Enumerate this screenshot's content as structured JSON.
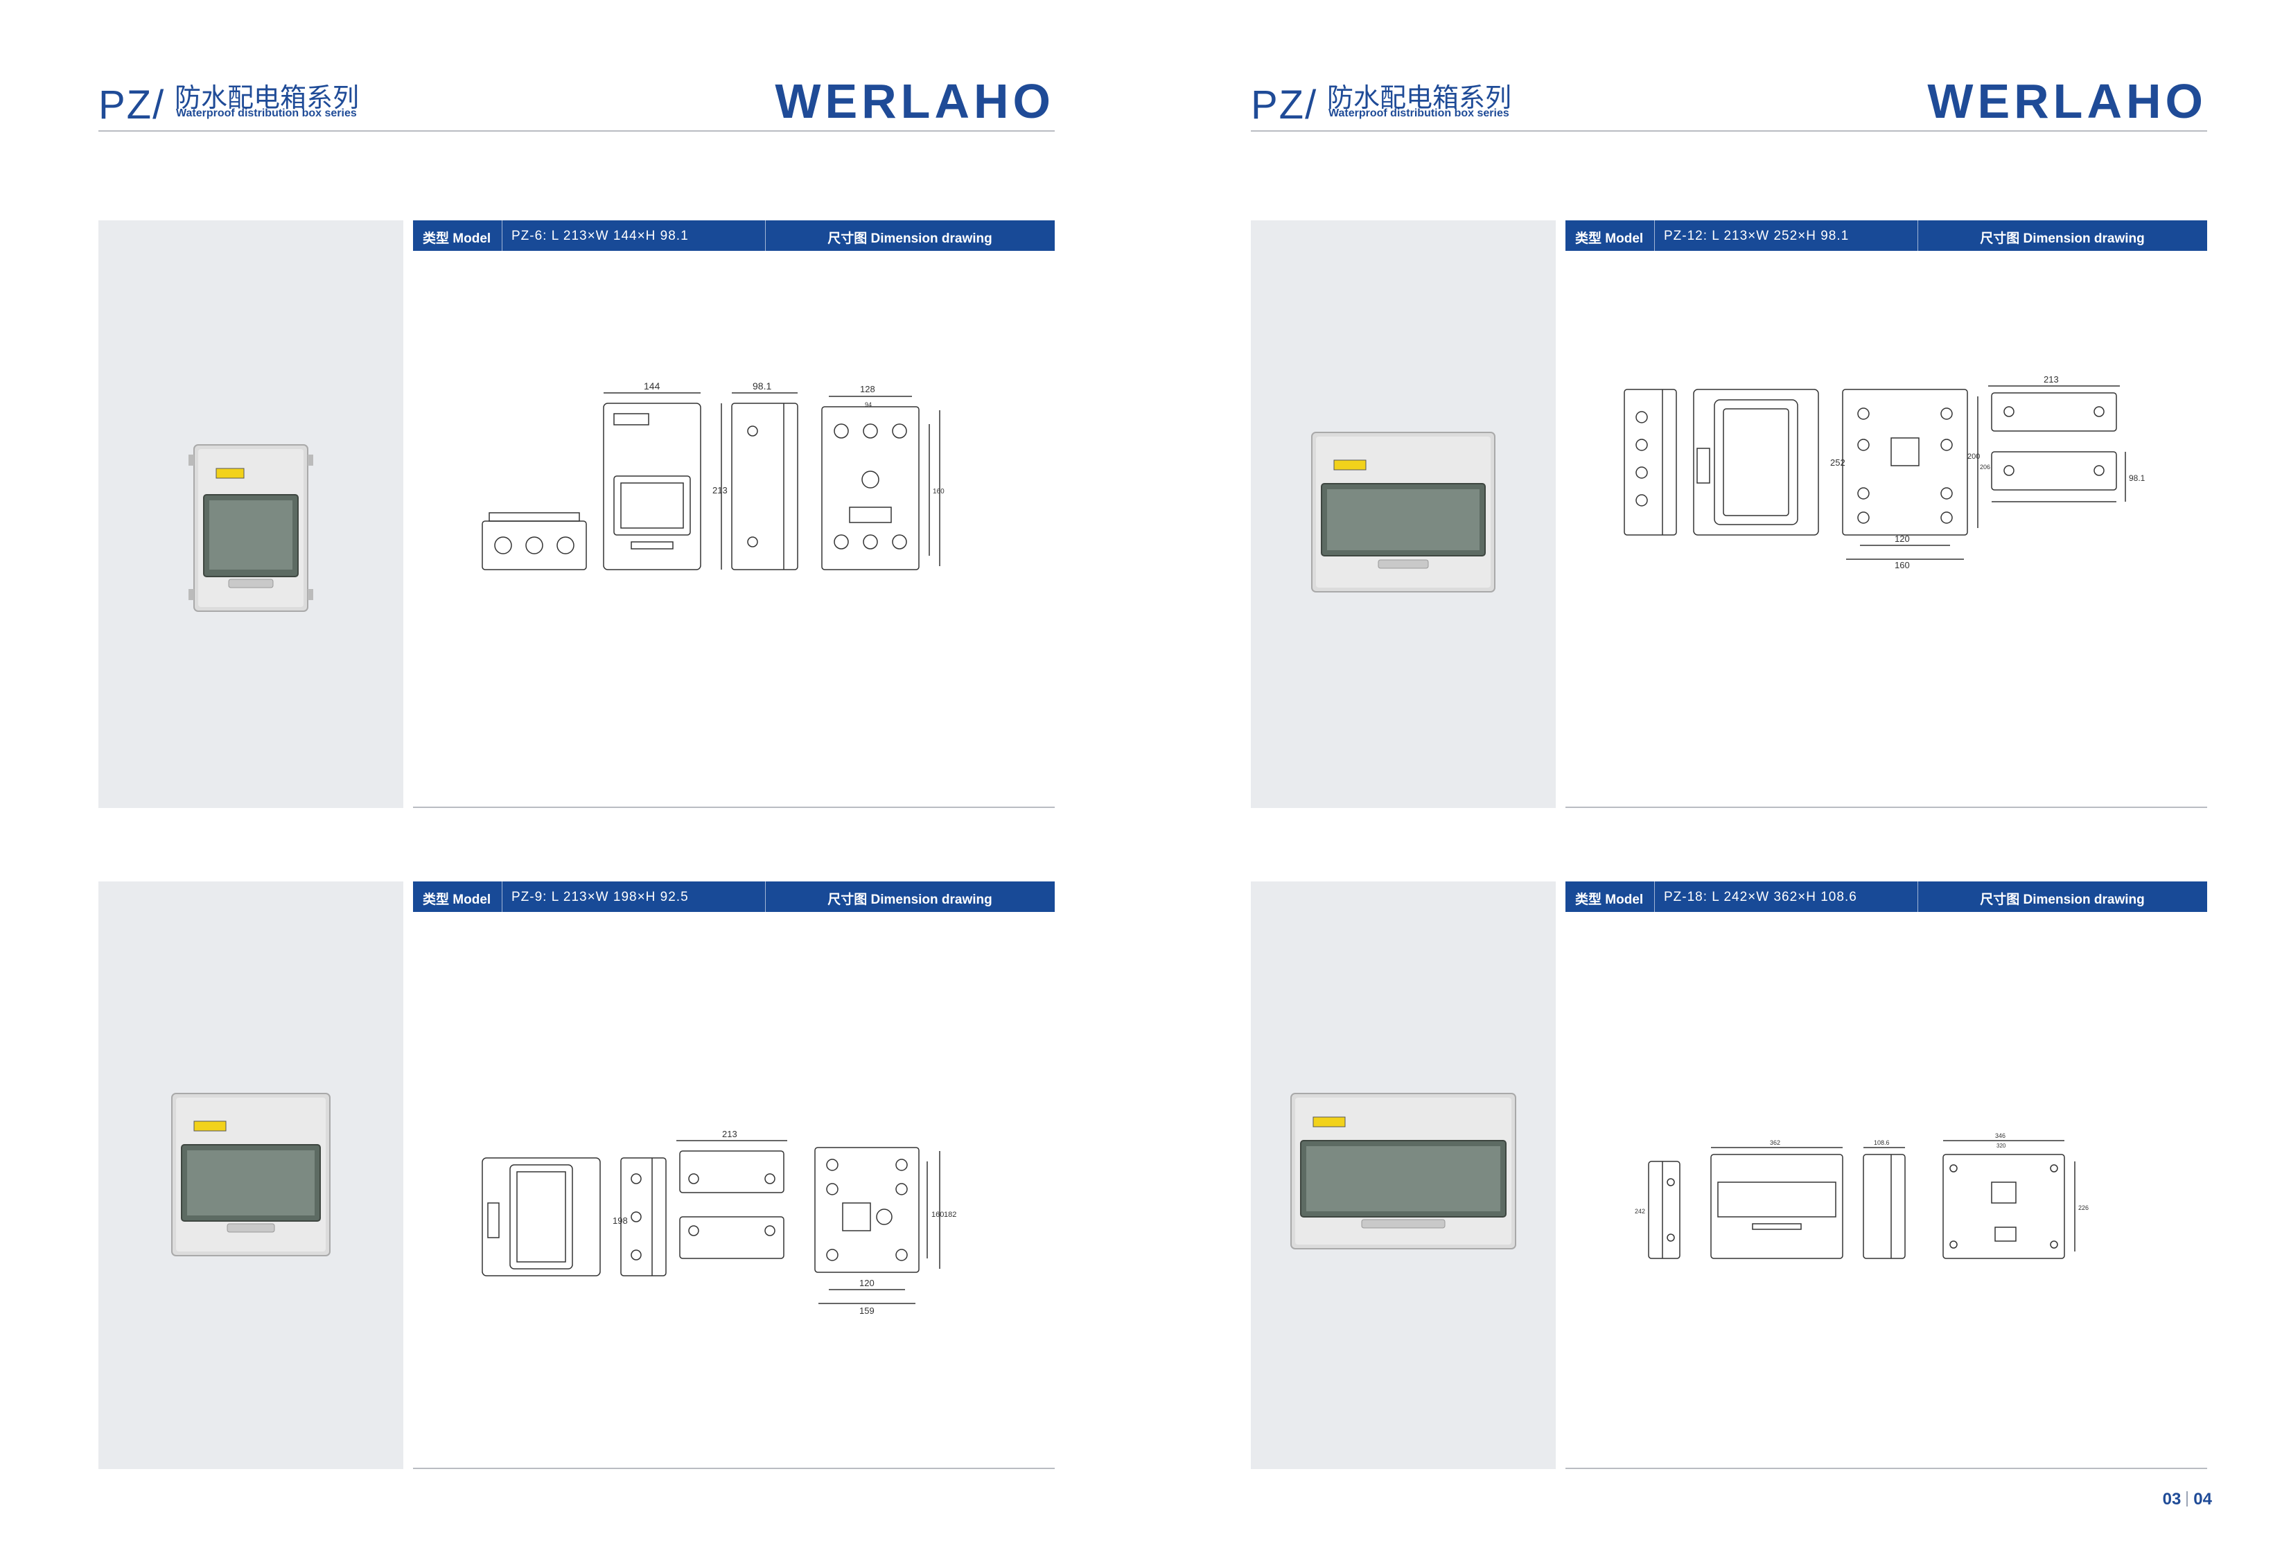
{
  "header": {
    "series_code": "PZ/",
    "series_title_zh": "防水配电箱系列",
    "series_title_en": "Waterproof distribution box series",
    "brand": "WERLAHO"
  },
  "panels": [
    {
      "type_label": "类型 Model",
      "model": "PZ-6: L 213×W 144×H 98.1",
      "dimension_label": "尺寸图 Dimension drawing",
      "dims": {
        "front_w": "144",
        "side_d": "98.1",
        "height": "213",
        "back_w": "128",
        "back_h": "160",
        "back_top": "94"
      }
    },
    {
      "type_label": "类型 Model",
      "model": "PZ-12: L 213×W 252×H 98.1",
      "dimension_label": "尺寸图 Dimension drawing",
      "dims": {
        "front_h": "252",
        "back_h1": "200",
        "back_h2": "206",
        "back_w1": "120",
        "back_w2": "160",
        "top_w": "213",
        "top_d": "98.1"
      }
    },
    {
      "type_label": "类型 Model",
      "model": "PZ-9: L 213×W 198×H 92.5",
      "dimension_label": "尺寸图 Dimension drawing",
      "dims": {
        "front_h": "198",
        "top_w": "213",
        "back_h1": "160",
        "back_h2": "182",
        "back_w1": "120",
        "back_w2": "159"
      }
    },
    {
      "type_label": "类型 Model",
      "model": "PZ-18: L 242×W 362×H 108.6",
      "dimension_label": "尺寸图 Dimension drawing",
      "dims": {
        "side_h": "242",
        "front_w": "362",
        "side_d": "108.6",
        "back_w1": "346",
        "back_w2": "320",
        "back_h": "226"
      }
    }
  ],
  "page_numbers": {
    "left": "03",
    "right": "04"
  },
  "colors": {
    "brand_blue": "#1f4b97",
    "bar_blue": "#184a97",
    "photo_bg": "#e9ebee",
    "rule": "#b9bcc2"
  }
}
